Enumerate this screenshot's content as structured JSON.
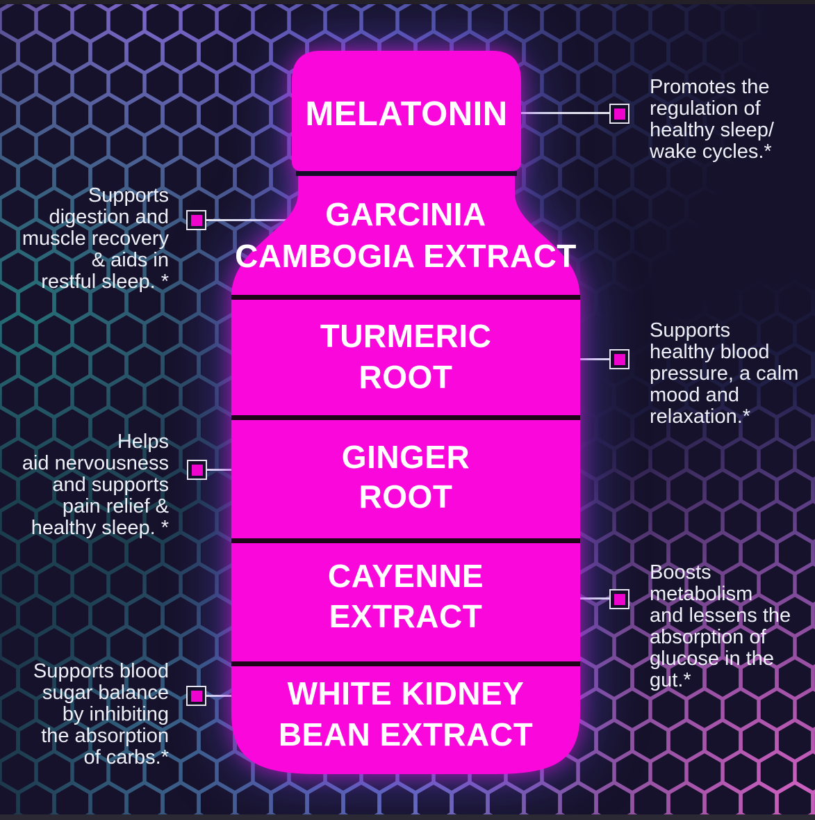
{
  "bottle": {
    "cap_label": "MELATONIN",
    "sections": [
      {
        "id": "garcinia",
        "label": "GARCINIA\nCAMBOGIA EXTRACT"
      },
      {
        "id": "turmeric",
        "label": "TURMERIC\nROOT"
      },
      {
        "id": "ginger",
        "label": "GINGER\nROOT"
      },
      {
        "id": "cayenne",
        "label": "CAYENNE\nEXTRACT"
      },
      {
        "id": "white_kidney_bean",
        "label": "WHITE KIDNEY\nBEAN EXTRACT"
      }
    ]
  },
  "callouts": [
    {
      "id": "melatonin",
      "side": "right",
      "text": "Promotes the\nregulation of\nhealthy sleep/\nwake cycles.*"
    },
    {
      "id": "garcinia",
      "side": "left",
      "text": "Supports\ndigestion and\nmuscle recovery\n& aids in\nrestful sleep. *"
    },
    {
      "id": "turmeric",
      "side": "right",
      "text": "Supports\nhealthy blood\npressure, a calm\nmood and\nrelaxation.*"
    },
    {
      "id": "ginger",
      "side": "left",
      "text": "Helps\naid nervousness\nand supports\npain relief &\nhealthy sleep. *"
    },
    {
      "id": "cayenne",
      "side": "right",
      "text": "Boosts\nmetabolism\nand lessens the\nabsorption of\nglucose in the\ngut.*"
    },
    {
      "id": "white_kidney_bean",
      "side": "left",
      "text": "Supports blood\nsugar balance\nby inhibiting\nthe absorption\nof carbs.*"
    }
  ],
  "colors": {
    "background": "#16122b",
    "bottle_magenta": "#fa07db",
    "section_divider": "#1e0419",
    "marker_inner": "#ee04cc",
    "marker_border": "#e4e5ef",
    "connector_line": "#e3e4ee",
    "text": "#eef0f8",
    "hex_purple": "#8f6ad8",
    "hex_teal": "#1f7a78",
    "hex_blue": "#6b79d4",
    "hex_pink": "#d964c8"
  }
}
